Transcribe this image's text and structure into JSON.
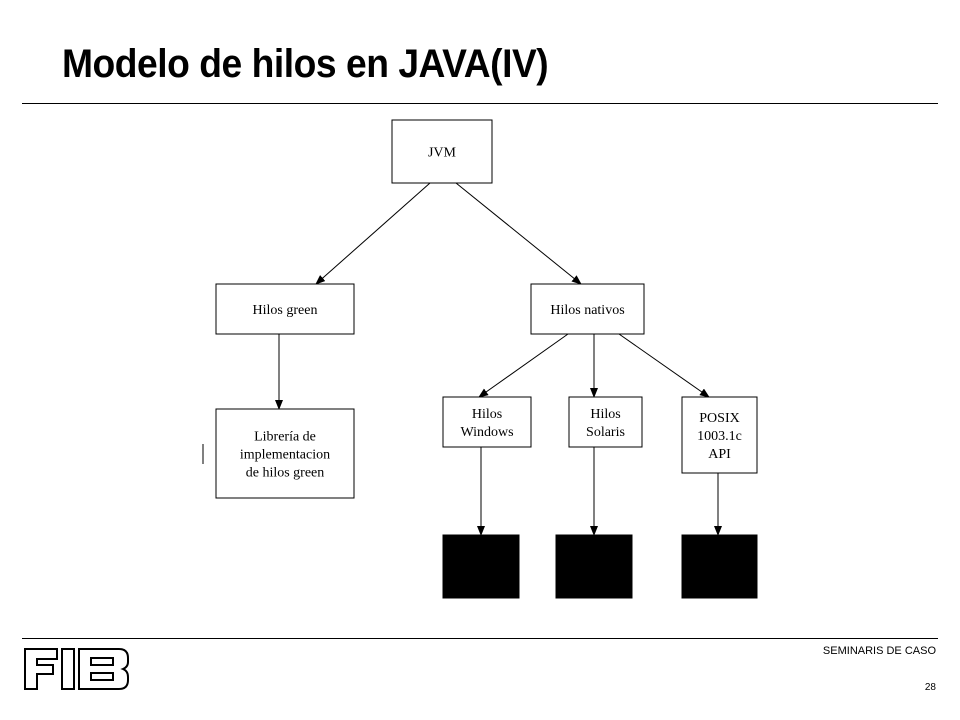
{
  "title": "Modelo de hilos en JAVA(IV)",
  "diagram": {
    "nodes": {
      "jvm": {
        "lines": [
          "JVM"
        ]
      },
      "green": {
        "lines": [
          "Hilos green"
        ]
      },
      "nativos": {
        "lines": [
          "Hilos nativos"
        ]
      },
      "libreria": {
        "lines": [
          "Librería de",
          "implementacion",
          "de hilos green"
        ]
      },
      "windows": {
        "lines": [
          "Hilos",
          "Windows"
        ]
      },
      "solaris": {
        "lines": [
          "Hilos",
          "Solaris"
        ]
      },
      "posix": {
        "lines": [
          "POSIX",
          "1003.1c",
          "API"
        ]
      }
    },
    "edges": [
      [
        "jvm",
        "green"
      ],
      [
        "jvm",
        "nativos"
      ],
      [
        "green",
        "libreria"
      ],
      [
        "nativos",
        "windows"
      ],
      [
        "nativos",
        "solaris"
      ],
      [
        "nativos",
        "posix"
      ],
      [
        "windows",
        "black-1"
      ],
      [
        "solaris",
        "black-2"
      ],
      [
        "posix",
        "black-3"
      ]
    ]
  },
  "footer": {
    "label": "SEMINARIS DE CASO",
    "page": "28",
    "logo_text": "FIB"
  }
}
